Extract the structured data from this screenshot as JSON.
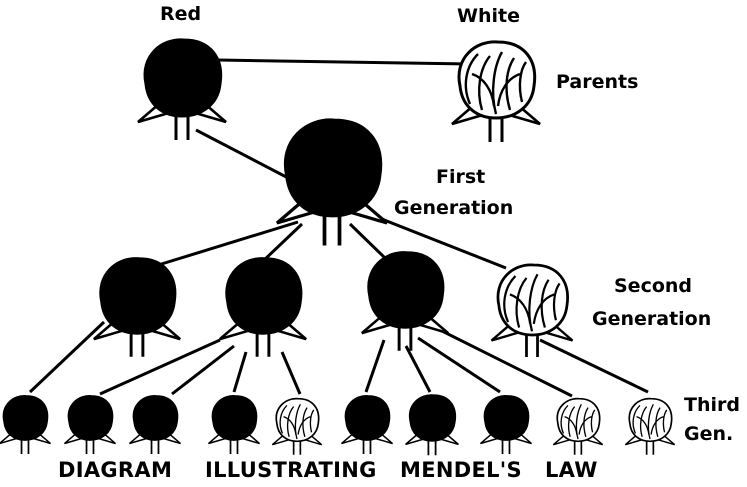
{
  "labels": {
    "red": "Red",
    "white": "White",
    "parents": "Parents",
    "first_line1": "First",
    "first_line2": "Generation",
    "second_line1": "Second",
    "second_line2": "Generation",
    "third_line1": "Third",
    "third_line2": "Gen."
  },
  "caption": {
    "w1": "DIAGRAM",
    "w2": "ILLUSTRATING",
    "w3": "MENDEL'S",
    "w4": "LAW"
  },
  "colors": {
    "red_flower": "#000000",
    "white_flower": "#ffffff",
    "outline": "#000000"
  }
}
